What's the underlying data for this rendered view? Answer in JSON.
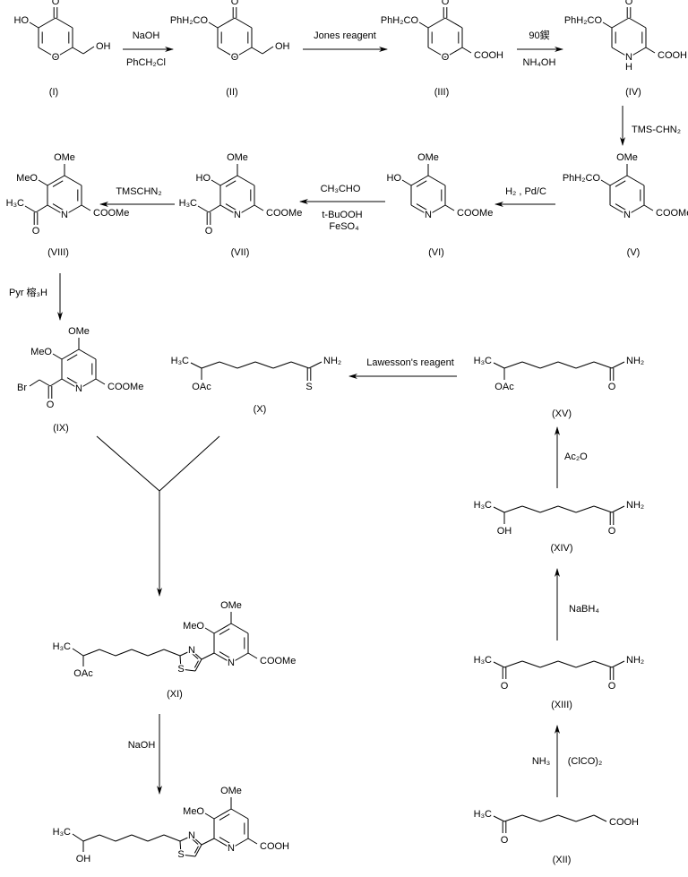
{
  "atoms": {
    "O": "O",
    "N": "N",
    "H": "H",
    "S": "S",
    "HO": "HO",
    "OH": "OH",
    "OMe": "OMe",
    "MeO": "MeO",
    "COOH": "COOH",
    "COOMe": "COOMe",
    "PhH2CO": "PhH₂CO",
    "H3C": "H₃C",
    "OAc": "OAc",
    "NH2": "NH₂",
    "Br": "Br"
  },
  "labels": {
    "I": "(I)",
    "II": "(II)",
    "III": "(III)",
    "IV": "(IV)",
    "V": "(V)",
    "VI": "(VI)",
    "VII": "(VII)",
    "VIII": "(VIII)",
    "IX": "(IX)",
    "X": "(X)",
    "XI": "(XI)",
    "XII": "(XII)",
    "XIII": "(XIII)",
    "XIV": "(XIV)",
    "XV": "(XV)"
  },
  "reagents": {
    "step1_top": "NaOH",
    "step1_bottom": "PhCH₂Cl",
    "step2": "Jones reagent",
    "step3_top": "90鍥",
    "step3_bottom": "NH₄OH",
    "step4": "TMS-CHN₂",
    "step5": "H₂ , Pd/C",
    "step6_a": "CH₃CHO",
    "step6_b": "t-BuOOH",
    "step6_c": "FeSO₄",
    "step7": "TMSCHN₂",
    "step8": "Pyr 榕₃H",
    "step9": "Lawesson's reagent",
    "step10": "Ac₂O",
    "step11": "NaBH₄",
    "step12_left": "NH₃",
    "step12_right": "(ClCO)₂",
    "step13": "NaOH"
  }
}
